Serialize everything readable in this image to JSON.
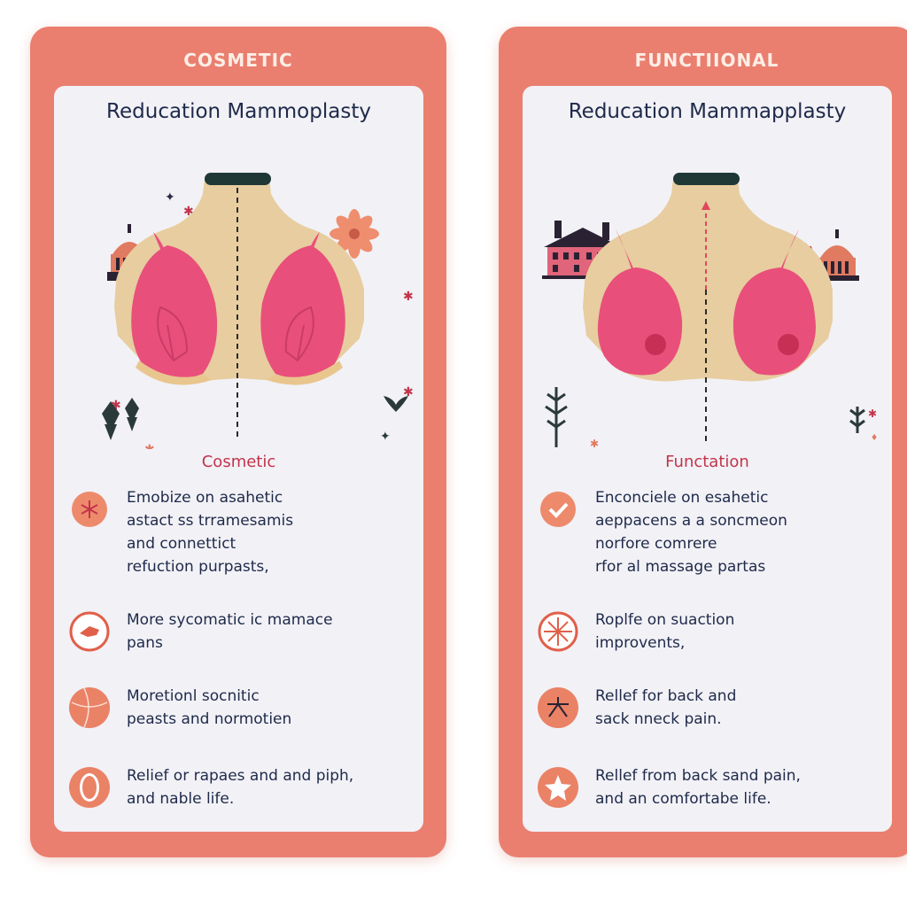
{
  "cards": [
    {
      "header": "COSMETIC",
      "title": "Reducation Mammoplasty",
      "label": "Cosmetic",
      "items": [
        {
          "icon": "asterisk-circle-icon",
          "lines": [
            "Emobize on asahetic",
            "astact ss trramesamis",
            "and connettict",
            "refuction purpasts,"
          ]
        },
        {
          "icon": "hand-circle-icon",
          "lines": [
            "More sycomatic ic mamace",
            "pans"
          ]
        },
        {
          "icon": "ball-icon",
          "lines": [
            "Moretionl socnitic",
            "peasts and normotien"
          ]
        },
        {
          "icon": "oval-ring-icon",
          "lines": [
            "Relief or rapaes and and piph,",
            "and nable life."
          ]
        }
      ]
    },
    {
      "header": "FUNCTIIONAL",
      "title": "Reducation Mammapplasty",
      "label": "Functation",
      "items": [
        {
          "icon": "check-circle-icon",
          "lines": [
            "Enconciele on esahetic",
            "aeppacens a a soncmeon",
            "norfore comrere",
            "rfor al massage partas"
          ]
        },
        {
          "icon": "starburst-circle-icon",
          "lines": [
            "Roplfe on suaction",
            "improvents,"
          ]
        },
        {
          "icon": "cross-circle-icon",
          "lines": [
            "Rellef for back and",
            "sack nneck pain."
          ]
        },
        {
          "icon": "star-circle-icon",
          "lines": [
            "Rellef from back sand pain,",
            "and an comfortabe life."
          ]
        }
      ]
    }
  ]
}
